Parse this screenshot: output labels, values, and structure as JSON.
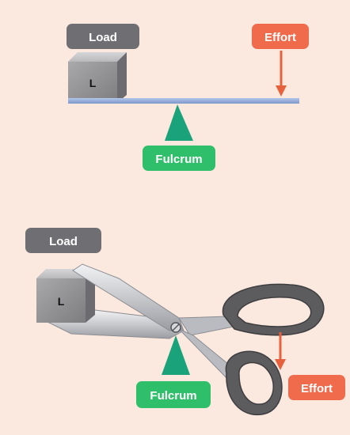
{
  "colors": {
    "background": "#fbe9df",
    "load_label": "#6f6f73",
    "effort_label": "#f06a4c",
    "fulcrum_label": "#2fbf6a",
    "fulcrum": "#1aa37a",
    "beam": "#8fa9d8",
    "arrow": "#e8613f"
  },
  "lever": {
    "load_label": "Load",
    "box_letter": "L",
    "effort_label": "Effort",
    "fulcrum_label": "Fulcrum"
  },
  "scissors": {
    "load_label": "Load",
    "box_letter": "L",
    "effort_label": "Effort",
    "fulcrum_label": "Fulcrum"
  }
}
